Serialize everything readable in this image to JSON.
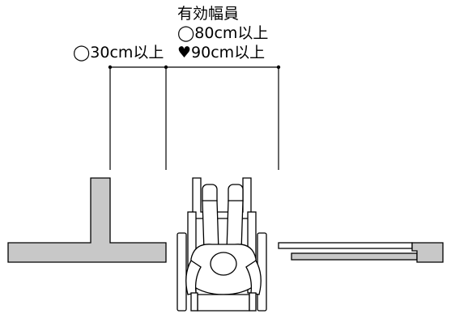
{
  "labels": {
    "effective_width_title": "有効幅員",
    "req_80": "◯80cm以上",
    "req_90": "♥90cm以上",
    "req_30": "◯30cm以上"
  },
  "colors": {
    "wall_fill": "#c8c8c8",
    "stroke": "#000000",
    "background": "#ffffff"
  }
}
